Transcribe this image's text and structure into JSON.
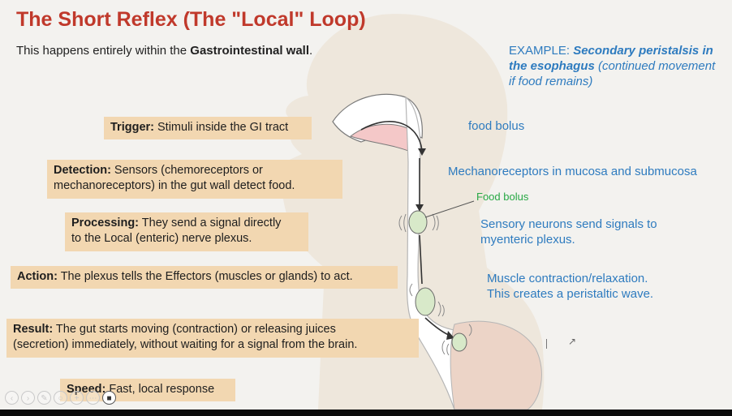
{
  "title": "The Short Reflex (The \"Local\" Loop)",
  "intro": {
    "text": "This happens entirely within the ",
    "bold": "Gastrointestinal wall",
    "end": "."
  },
  "steps": {
    "trigger": {
      "label": "Trigger:",
      "text": " Stimuli inside the GI tract"
    },
    "detection": {
      "label": "Detection:",
      "text1": " Sensors (chemoreceptors or",
      "text2": "mechanoreceptors) in the gut wall detect food."
    },
    "processing": {
      "label": "Processing:",
      "text1": " They send a signal directly",
      "text2": "to the Local (enteric) nerve plexus."
    },
    "action": {
      "label": "Action:",
      "text": " The plexus tells the Effectors (muscles or glands) to act."
    },
    "result": {
      "label": "Result:",
      "text1": " The gut starts moving (contraction) or releasing juices",
      "text2": "(secretion) immediately, without waiting for a signal from the brain."
    },
    "speed": {
      "label": "Speed:",
      "text": " Fast, local response"
    }
  },
  "example": {
    "prefix": "EXAMPLE: ",
    "bold1": "Secondary peristalsis in",
    "bold2": "the esophagus",
    "rest1": " (continued movement",
    "rest2": "if food remains)"
  },
  "labels": {
    "food_bolus": "food bolus",
    "mechanoreceptors": "Mechanoreceptors in mucosa and submucosa",
    "food_bolus_green": "Food bolus",
    "sensory1": "Sensory neurons send signals to",
    "sensory2": "myenteric plexus.",
    "muscle1": "Muscle contraction/relaxation.",
    "muscle2": "This creates a peristaltic wave."
  },
  "colors": {
    "title": "#c0392b",
    "box": "#f2d7b1",
    "blue_text": "#2e7bbf",
    "green_text": "#27a844"
  },
  "icons": [
    "prev-icon",
    "next-icon",
    "pen-icon",
    "zoom-icon",
    "zoom-in-icon",
    "menu-icon",
    "camera-icon"
  ]
}
